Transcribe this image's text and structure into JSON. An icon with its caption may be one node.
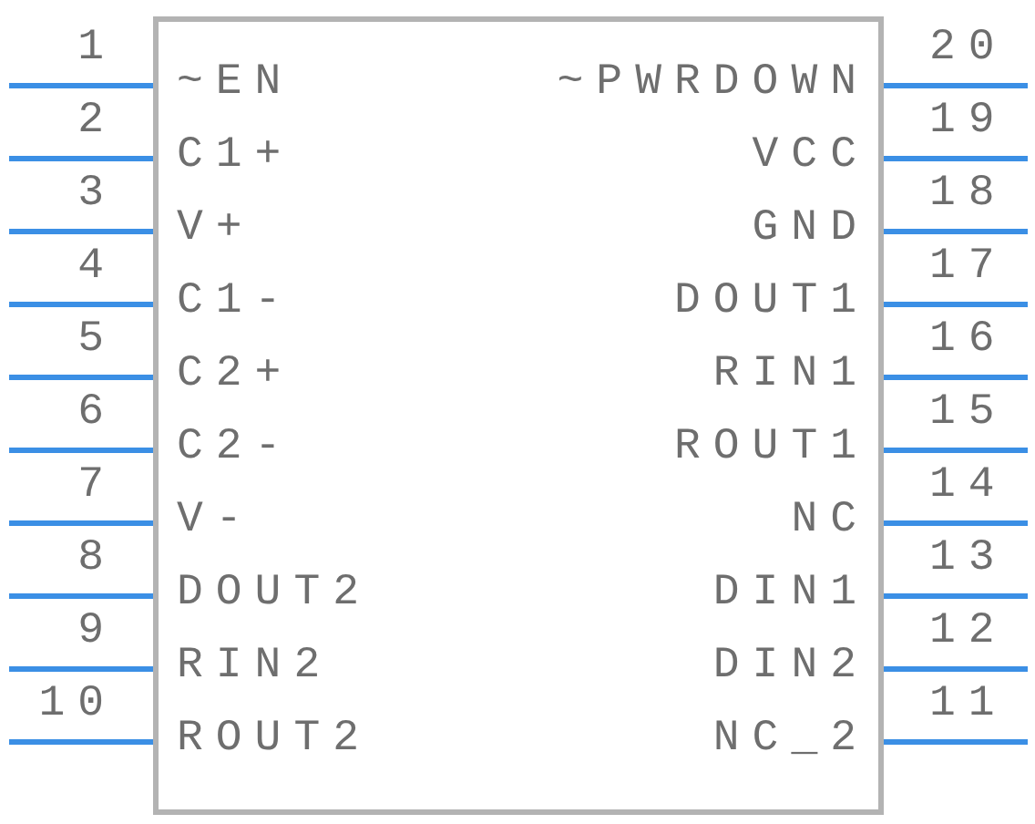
{
  "diagram": {
    "nodes": [
      {
        "text": [],
        "shape": "box"
      },
      {
        "text": [
          "~EN"
        ],
        "in": 0,
        "beside": [
          "1"
        ]
      },
      {
        "text": [
          "C1+"
        ],
        "in": 0,
        "beside": [
          "2"
        ]
      },
      {
        "text": [
          "V+"
        ],
        "in": 0,
        "beside": [
          "3"
        ]
      },
      {
        "text": [
          "C1-"
        ],
        "in": 0,
        "beside": [
          "4"
        ]
      },
      {
        "text": [
          "C2+"
        ],
        "in": 0,
        "beside": [
          "5"
        ]
      },
      {
        "text": [
          "C2-"
        ],
        "in": 0,
        "beside": [
          "6"
        ]
      },
      {
        "text": [
          "V-"
        ],
        "in": 0,
        "beside": [
          "7"
        ]
      },
      {
        "text": [
          "DOUT2"
        ],
        "in": 0,
        "beside": [
          "8"
        ]
      },
      {
        "text": [
          "RIN2"
        ],
        "in": 0,
        "beside": [
          "9"
        ]
      },
      {
        "text": [
          "ROUT2"
        ],
        "in": 0,
        "beside": [
          "10"
        ]
      },
      {
        "text": [
          "NC_2"
        ],
        "in": 0,
        "beside": [
          "11"
        ]
      },
      {
        "text": [
          "DIN2"
        ],
        "in": 0,
        "beside": [
          "12"
        ]
      },
      {
        "text": [
          "DIN1"
        ],
        "in": 0,
        "beside": [
          "13"
        ]
      },
      {
        "text": [
          "NC"
        ],
        "in": 0,
        "beside": [
          "14"
        ]
      },
      {
        "text": [
          "ROUT1"
        ],
        "in": 0,
        "beside": [
          "15"
        ]
      },
      {
        "text": [
          "RIN1"
        ],
        "in": 0,
        "beside": [
          "16"
        ]
      },
      {
        "text": [
          "DOUT1"
        ],
        "in": 0,
        "beside": [
          "17"
        ]
      },
      {
        "text": [
          "GND"
        ],
        "in": 0,
        "beside": [
          "18"
        ]
      },
      {
        "text": [
          "VCC"
        ],
        "in": 0,
        "beside": [
          "19"
        ]
      },
      {
        "text": [
          "~PWRDOWN"
        ],
        "in": 0,
        "beside": [
          "20"
        ]
      }
    ]
  }
}
